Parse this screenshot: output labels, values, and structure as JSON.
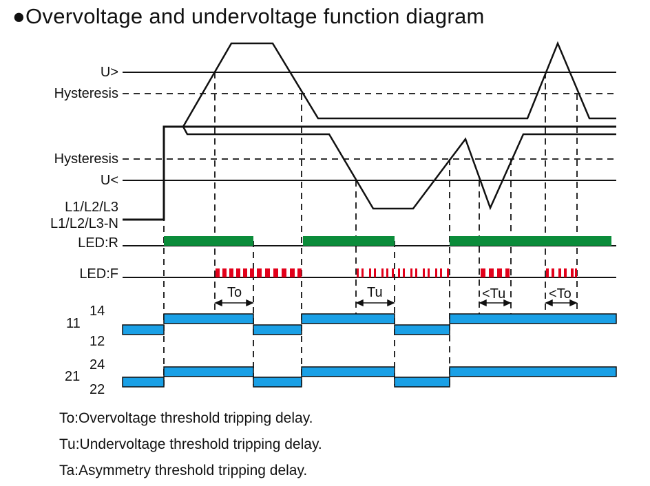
{
  "title": "●Overvoltage and undervoltage function diagram",
  "labels": {
    "u_over": "U>",
    "hyst_top": "Hysteresis",
    "hyst_bottom": "Hysteresis",
    "u_under": "U<",
    "l1": "L1/L2/L3",
    "l2": "L1/L2/L3-N",
    "led_r": "LED:R",
    "led_f": "LED:F",
    "c11": "11",
    "c14": "14",
    "c12": "12",
    "c21": "21",
    "c24": "24",
    "c22": "22"
  },
  "timing_labels": {
    "to1": "To",
    "tu1": "Tu",
    "tu2": "<Tu",
    "to2": "<To"
  },
  "legend": [
    "To:Overvoltage threshold tripping delay.",
    "Tu:Undervoltage threshold tripping delay.",
    "Ta:Asymmetry threshold tripping delay."
  ],
  "colors": {
    "led_red_on": "#0b8c3a",
    "led_fault": "#e2001a",
    "relay": "#1aa0e6"
  }
}
